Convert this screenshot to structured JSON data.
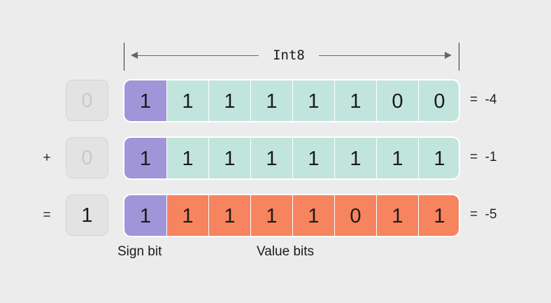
{
  "header": {
    "label": "Int8"
  },
  "rows": [
    {
      "operator": "",
      "carry": "0",
      "carry_active": false,
      "bits": [
        "1",
        "1",
        "1",
        "1",
        "1",
        "1",
        "0",
        "0"
      ],
      "result": "=  -4",
      "kind": "positive"
    },
    {
      "operator": "+",
      "carry": "0",
      "carry_active": false,
      "bits": [
        "1",
        "1",
        "1",
        "1",
        "1",
        "1",
        "1",
        "1"
      ],
      "result": "=  -1",
      "kind": "positive"
    },
    {
      "operator": "=",
      "carry": "1",
      "carry_active": true,
      "bits": [
        "1",
        "1",
        "1",
        "1",
        "1",
        "0",
        "1",
        "1"
      ],
      "result": "=  -5",
      "kind": "negative"
    }
  ],
  "captions": {
    "sign": "Sign bit",
    "value": "Value bits"
  },
  "colors": {
    "sign_bit": "#a195d9",
    "value_bits_operand": "#c1e5dc",
    "value_bits_result": "#f5845f",
    "carry_box": "#e3e3e3",
    "background": "#ececec"
  }
}
